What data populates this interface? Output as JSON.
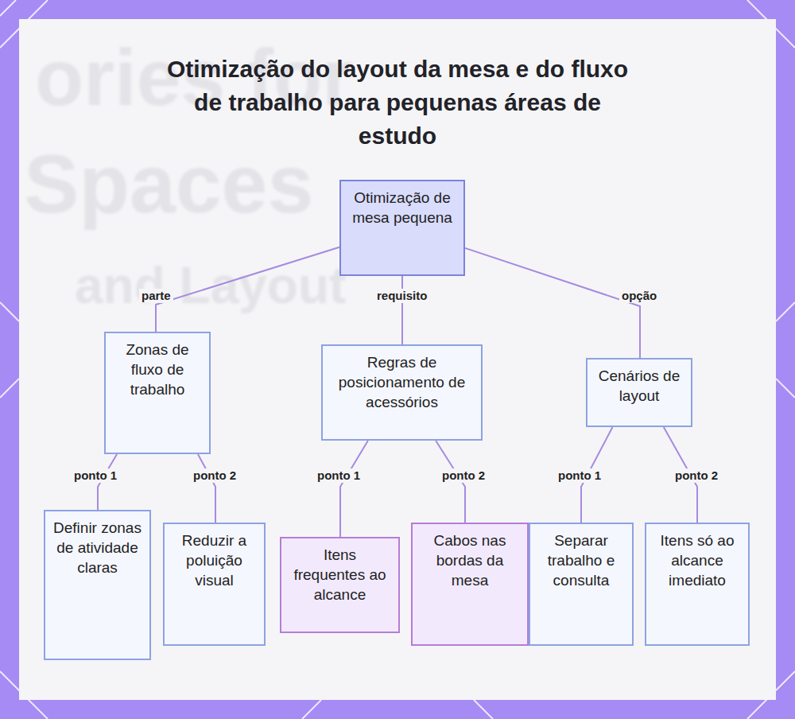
{
  "diagram": {
    "title": "Otimização do layout da mesa e do fluxo de trabalho para pequenas áreas de estudo",
    "nodes": [
      {
        "text": [
          "Otimização de mesa pequena"
        ]
      },
      {
        "text": [
          "Zonas de fluxo de trabalho"
        ]
      },
      {
        "text": [
          "Regras de posicionamento de acessórios"
        ]
      },
      {
        "text": [
          "Cenários de layout"
        ]
      },
      {
        "text": [
          "Definir zonas de atividade claras"
        ]
      },
      {
        "text": [
          "Reduzir a poluição visual"
        ]
      },
      {
        "text": [
          "Itens frequentes ao alcance"
        ]
      },
      {
        "text": [
          "Cabos nas bordas da mesa"
        ]
      },
      {
        "text": [
          "Separar trabalho e consulta"
        ]
      },
      {
        "text": [
          "Itens só ao alcance imediato"
        ]
      }
    ],
    "edges": [
      {
        "from": 0,
        "to": 1,
        "label": "parte",
        "arrow": "none"
      },
      {
        "from": 0,
        "to": 2,
        "label": "requisito",
        "arrow": "none"
      },
      {
        "from": 0,
        "to": 3,
        "label": "opção",
        "arrow": "none"
      },
      {
        "from": 1,
        "to": 4,
        "label": "ponto 1",
        "arrow": "none"
      },
      {
        "from": 1,
        "to": 5,
        "label": "ponto 2",
        "arrow": "none"
      },
      {
        "from": 2,
        "to": 6,
        "label": "ponto 1",
        "arrow": "none"
      },
      {
        "from": 2,
        "to": 7,
        "label": "ponto 2",
        "arrow": "none"
      },
      {
        "from": 3,
        "to": 8,
        "label": "ponto 1",
        "arrow": "none"
      },
      {
        "from": 3,
        "to": 9,
        "label": "ponto 2",
        "arrow": "none"
      }
    ],
    "labels": [
      "ories for",
      "Spaces",
      "and Layout"
    ]
  }
}
